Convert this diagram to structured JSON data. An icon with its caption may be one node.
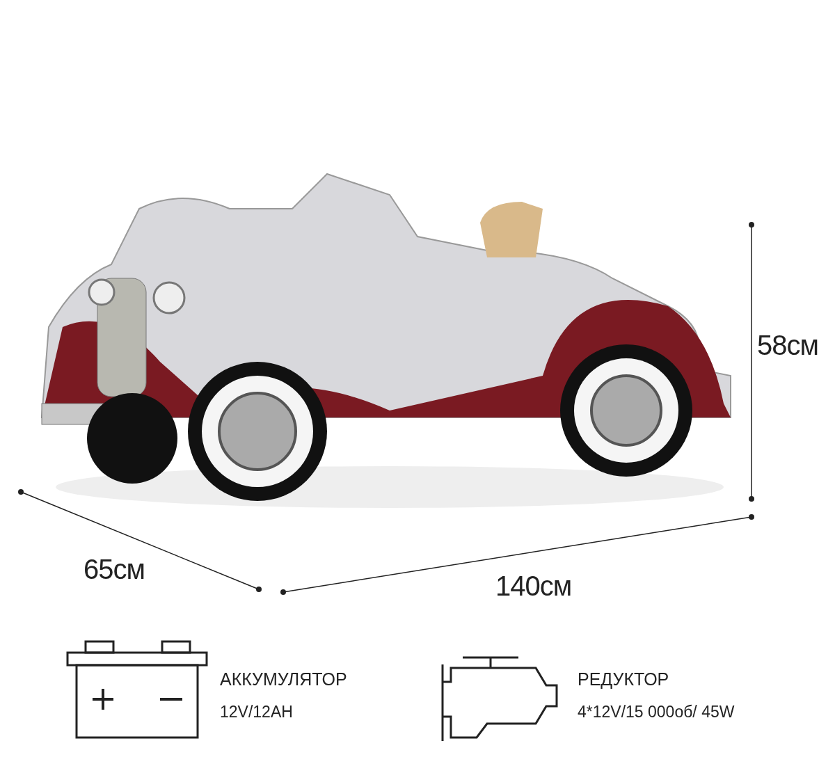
{
  "diagram": {
    "labels": [
      "58см",
      "65см",
      "140см",
      "АККУМУЛЯТОР",
      "12V/12AH",
      "РЕДУКТОР",
      "4*12V/15 000об/ 45W"
    ]
  }
}
